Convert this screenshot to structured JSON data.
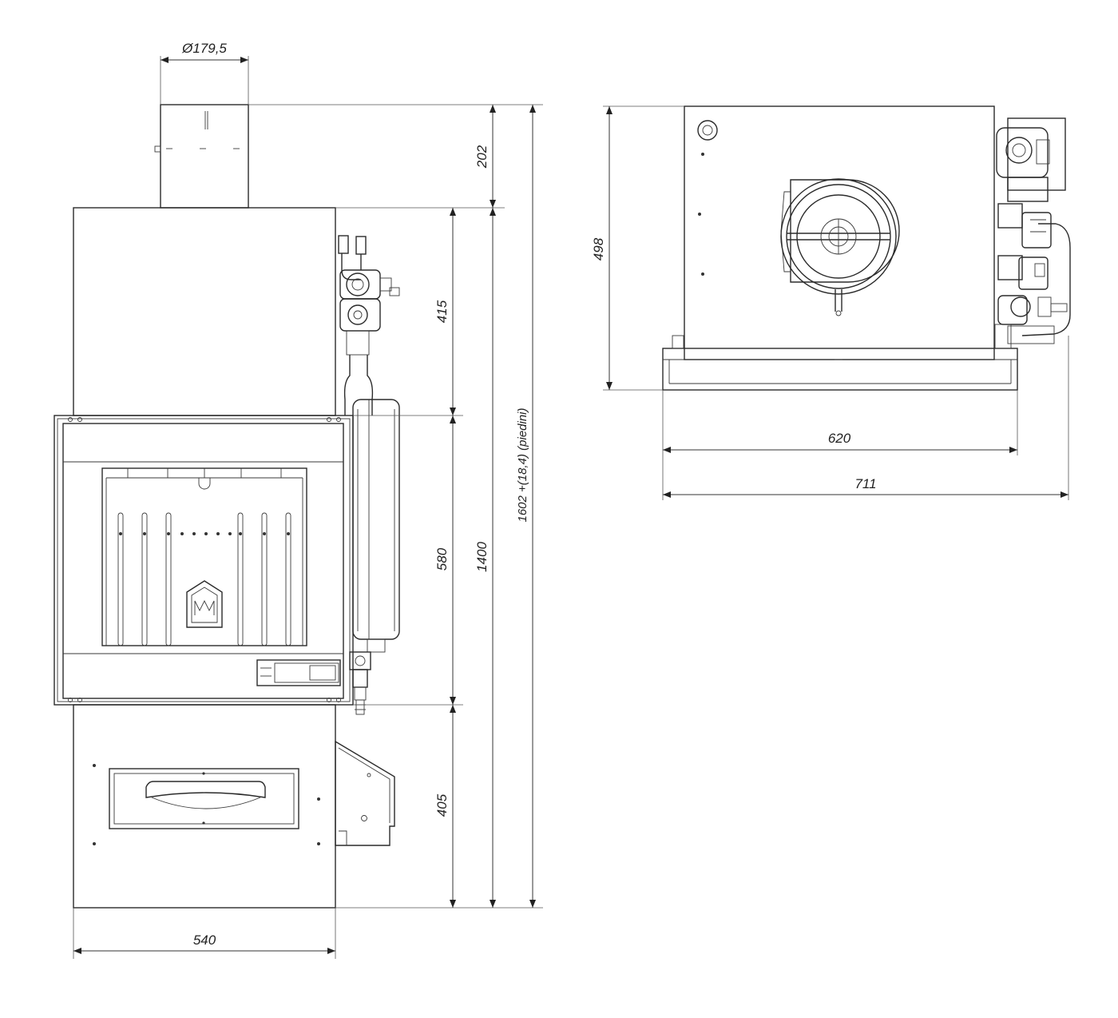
{
  "front_view": {
    "dimensions": {
      "flue_diameter": "Ø179,5",
      "flue_height": "202",
      "upper_section": "415",
      "firebox_section": "580",
      "lower_section": "405",
      "body_height": "1400",
      "total_height": "1602 +(18,4) (piedini)",
      "width": "540"
    }
  },
  "top_view": {
    "dimensions": {
      "depth": "498",
      "base_width": "620",
      "total_width": "711"
    }
  }
}
